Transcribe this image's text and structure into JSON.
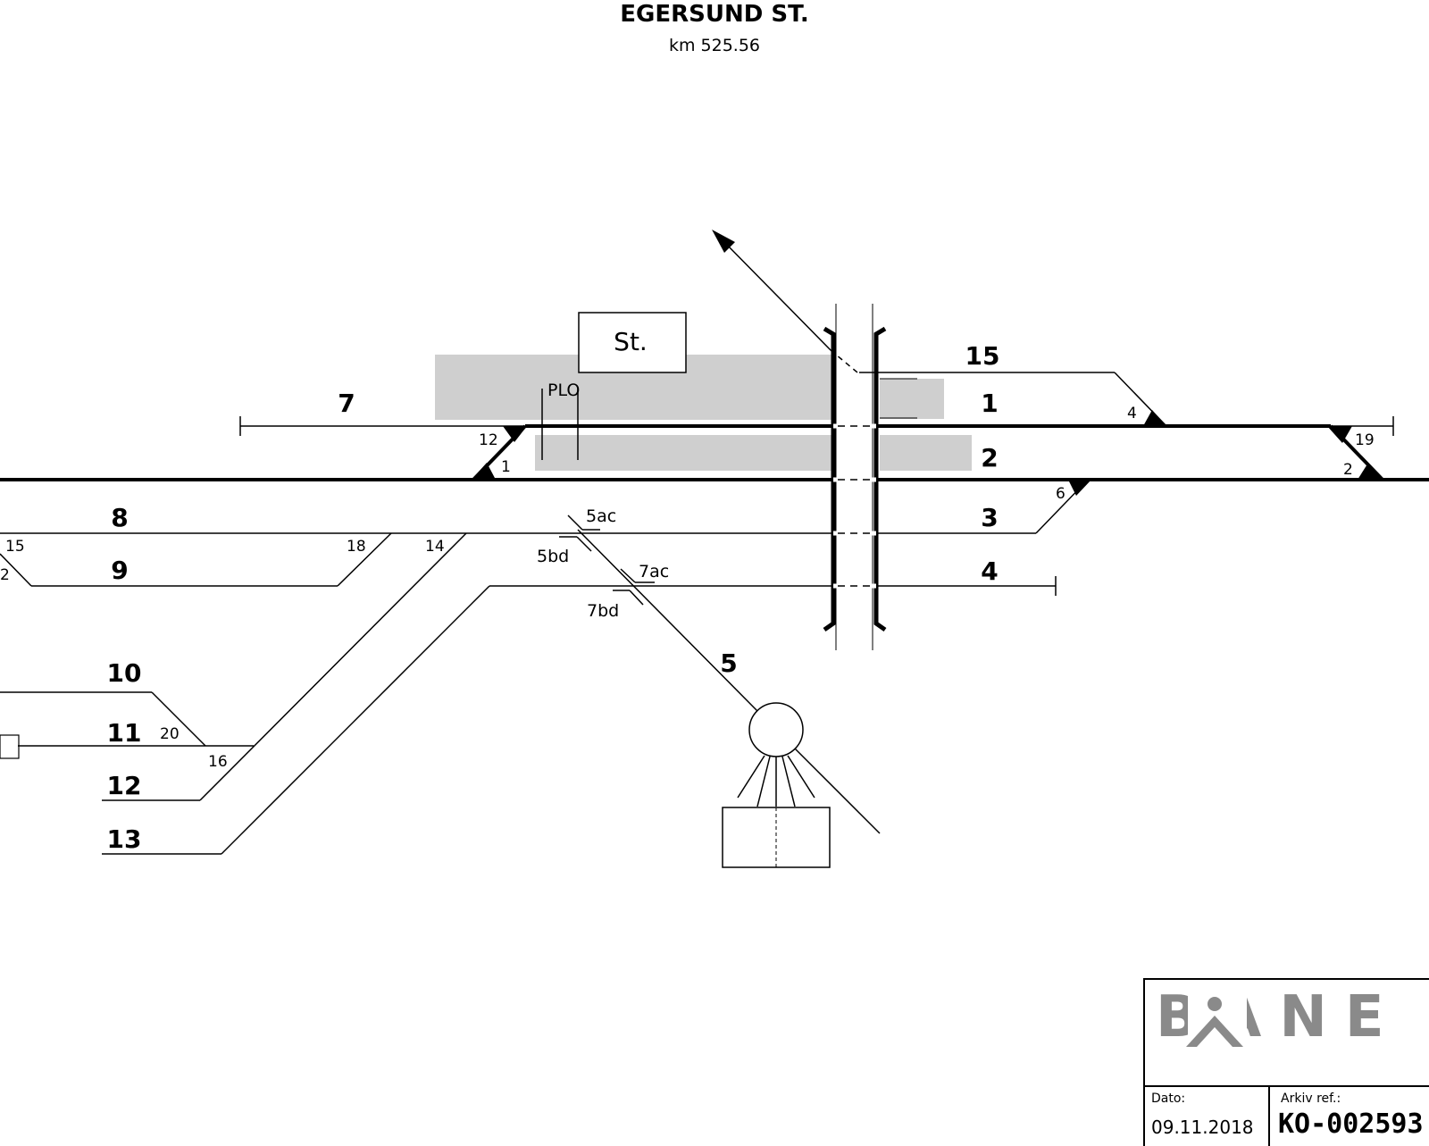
{
  "title": "EGERSUND ST.",
  "subtitle": "km 525.56",
  "building_label": "St.",
  "platform_label": "PLO",
  "tracks": {
    "t1": "1",
    "t2": "2",
    "t3": "3",
    "t4": "4",
    "t5": "5",
    "t7": "7",
    "t8": "8",
    "t9": "9",
    "t10": "10",
    "t11": "11",
    "t12": "12",
    "t13": "13",
    "t15": "15"
  },
  "switches": {
    "s1": "1",
    "s2_left": "2",
    "s2_right": "2",
    "s4": "4",
    "s6": "6",
    "s12": "12",
    "s14": "14",
    "s15": "15",
    "s16": "16",
    "s18": "18",
    "s19": "19",
    "s20": "20"
  },
  "crossings": {
    "c5ac": "5ac",
    "c5bd": "5bd",
    "c7ac": "7ac",
    "c7bd": "7bd"
  },
  "title_block": {
    "logo": "BANE N",
    "date_label": "Dato:",
    "date_value": "09.11.2018",
    "archive_label": "Arkiv ref.:",
    "archive_value": "KO-002593"
  },
  "colors": {
    "line": "#000000",
    "platform": "#cfcfcf",
    "logo": "#8a8a8a"
  }
}
